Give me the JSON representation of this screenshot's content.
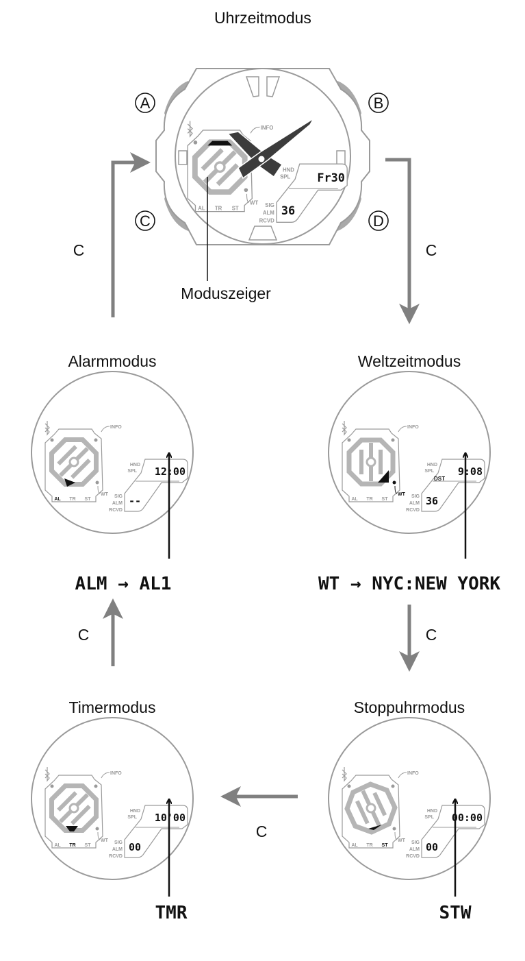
{
  "colors": {
    "arrow": "#808080",
    "outline": "#9a9a9a",
    "button": "#a9a9a9",
    "hand": "#3c3c3c",
    "text": "#111111"
  },
  "main": {
    "title": "Uhrzeitmodus",
    "buttons": [
      "A",
      "B",
      "C",
      "D"
    ],
    "pointer_label": "Moduszeiger",
    "display_top": "Fr30",
    "display_bottom": "36"
  },
  "dial_labels": {
    "info": "INFO",
    "wt": "WT",
    "hnd": "HND",
    "spl": "SPL",
    "sig": "SIG",
    "alm": "ALM",
    "rcvd": "RCVD",
    "al": "AL",
    "tr": "TR",
    "st": "ST",
    "dst": "DST"
  },
  "transitions": {
    "button": "C"
  },
  "modes": [
    {
      "title": "Alarmmodus",
      "time": "12:00",
      "lower": "--",
      "active": "AL",
      "caption": "ALM → AL1"
    },
    {
      "title": "Weltzeitmodus",
      "time": "9:08",
      "lower": "36",
      "active": "WT",
      "dst": true,
      "caption": "WT → NYC:NEW YORK"
    },
    {
      "title": "Timermodus",
      "time": "10'00",
      "lower": "00",
      "active": "TR",
      "caption": "TMR"
    },
    {
      "title": "Stoppuhrmodus",
      "time": "00:00",
      "lower": "00",
      "active": "ST",
      "caption": "STW"
    }
  ]
}
